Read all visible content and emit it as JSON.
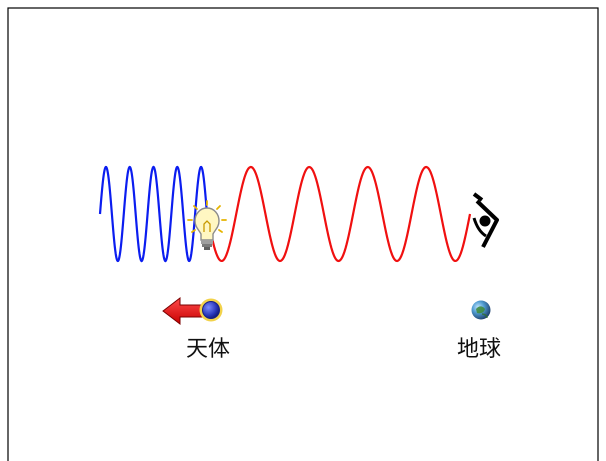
{
  "labels": {
    "celestial_body": "天体",
    "earth": "地球"
  },
  "colors": {
    "blueshift_wave": "#0b1df0",
    "redshift_wave": "#f01010",
    "arrow": "#e81010",
    "celestial_body_fill": "#2f3fb8",
    "celestial_body_glow": "#f2d24a",
    "earth": "#3f7fa8",
    "border": "#000000"
  },
  "waves": {
    "blue_cycles": 4.5,
    "red_cycles": 4.5
  },
  "icons": {
    "source": "light-bulb-icon",
    "observer": "eye-icon",
    "celestial_body": "celestial-body-icon",
    "earth": "earth-icon",
    "motion_arrow": "left-arrow-icon"
  }
}
